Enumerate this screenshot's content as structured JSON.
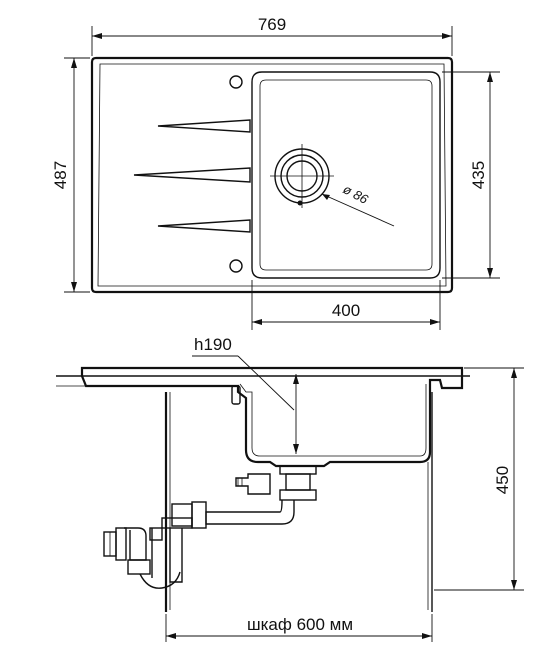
{
  "top_view": {
    "overall_width": "769",
    "overall_depth": "487",
    "bowl_depth": "435",
    "bowl_width": "400",
    "drain_diameter": "ø 86"
  },
  "side_view": {
    "bowl_height": "h190",
    "total_height": "450",
    "cabinet": "шкаф 600 мм"
  }
}
